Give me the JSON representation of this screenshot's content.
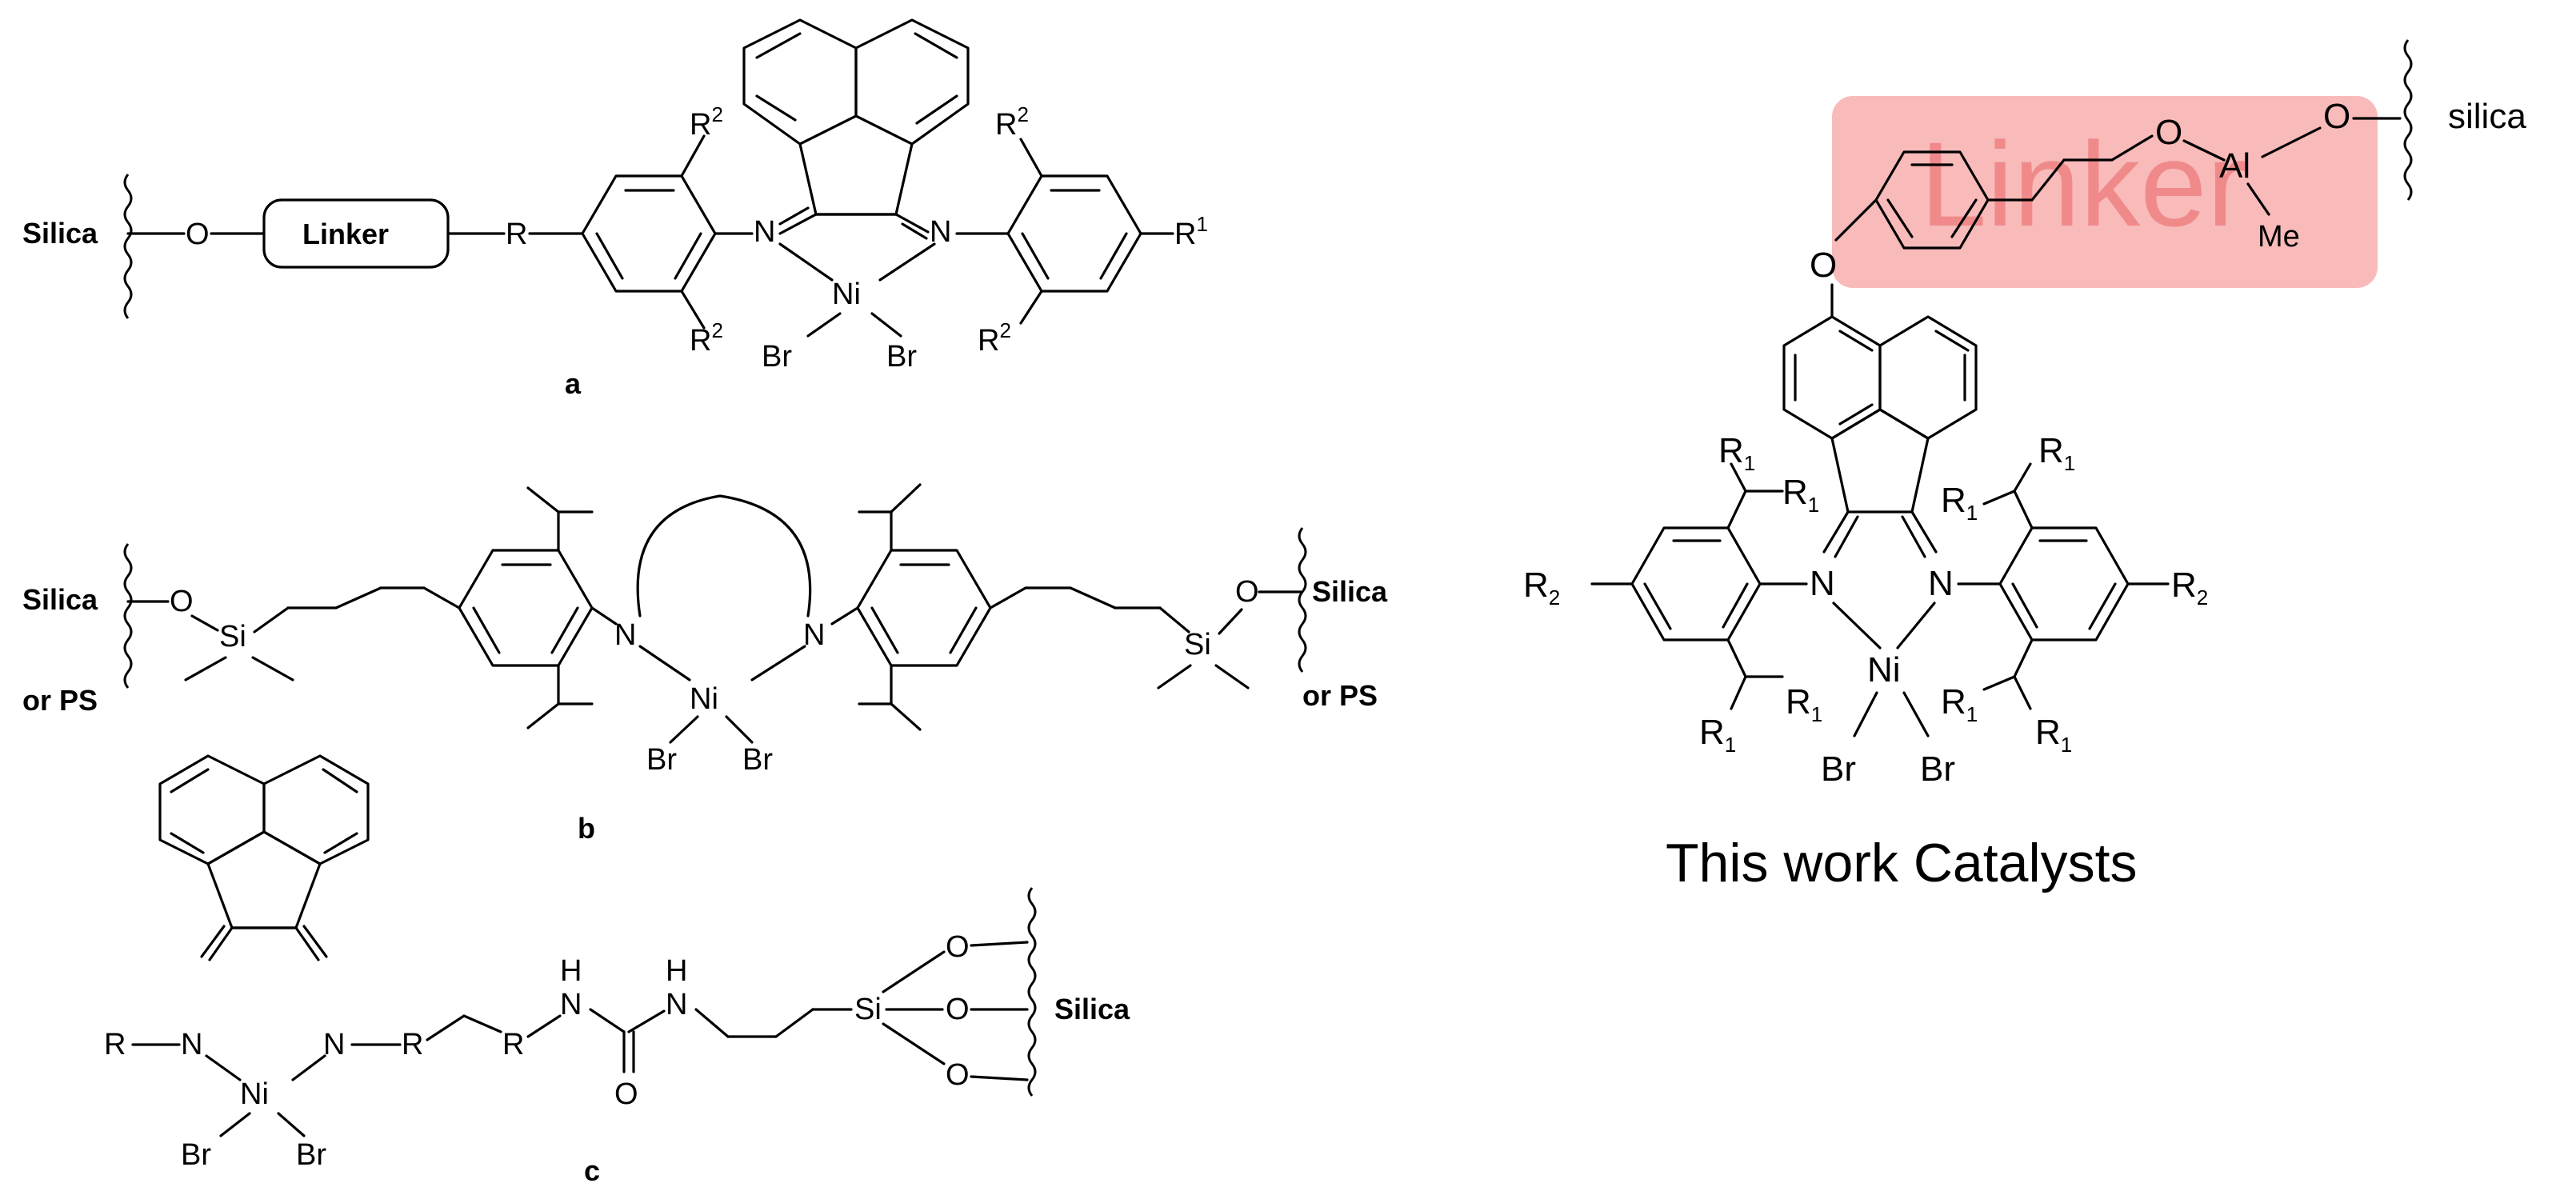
{
  "scheme": {
    "caption": "This work Catalysts",
    "linker_watermark": "Linker",
    "linker_highlight_color": "#f8b3b3",
    "structure_a": {
      "label": "a",
      "support": "Silica",
      "linker_box": "Linker",
      "oxygen": "O",
      "r_group": "R",
      "r1": "R",
      "r1_sup": "1",
      "r2": "R",
      "r2_sup": "2",
      "n": "N",
      "ni": "Ni",
      "br": "Br"
    },
    "structure_b": {
      "label": "b",
      "support": "Silica",
      "support_alt": "or PS",
      "oxygen": "O",
      "si": "Si",
      "n": "N",
      "ni": "Ni",
      "br": "Br"
    },
    "structure_c": {
      "label": "c",
      "support": "Silica",
      "r": "R",
      "n": "N",
      "ni": "Ni",
      "br": "Br",
      "nh": "N",
      "h": "H",
      "o": "O",
      "si": "Si"
    },
    "this_work": {
      "support": "silica",
      "o": "O",
      "al": "Al",
      "me": "Me",
      "r1": "R",
      "r1_sub": "1",
      "r2": "R",
      "r2_sub": "2",
      "n": "N",
      "ni": "Ni",
      "br": "Br"
    }
  }
}
